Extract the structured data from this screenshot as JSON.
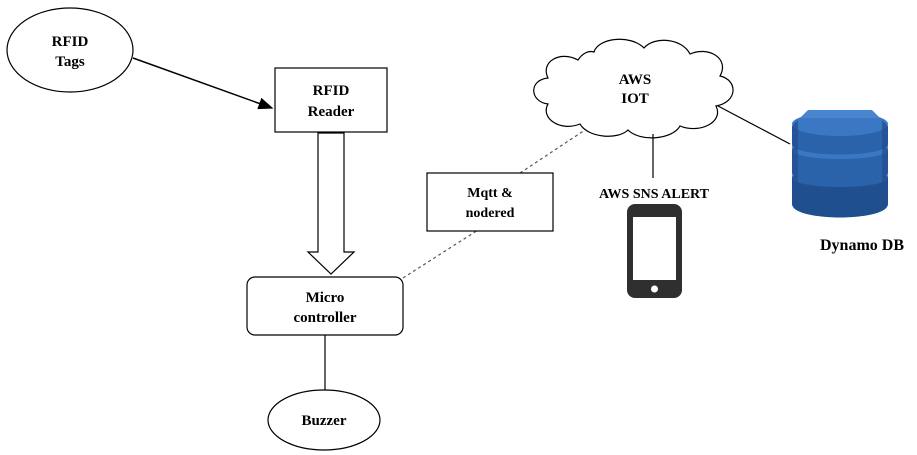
{
  "nodes": {
    "rfid_tags": {
      "line1": "RFID",
      "line2": "Tags"
    },
    "rfid_reader": {
      "line1": "RFID",
      "line2": "Reader"
    },
    "micro_controller": {
      "line1": "Micro",
      "line2": "controller"
    },
    "buzzer": {
      "label": "Buzzer"
    },
    "aws_iot": {
      "line1": "AWS",
      "line2": "IOT"
    },
    "mqtt": {
      "line1": "Mqtt &",
      "line2": "nodered"
    },
    "sns_alert": {
      "label": "AWS SNS ALERT"
    },
    "dynamo_db": {
      "label": "Dynamo DB"
    }
  },
  "colors": {
    "dynamo_dark": "#1f4f8f",
    "dynamo_light": "#3b78c4",
    "dynamo_mid": "#2b63aa",
    "phone": "#2f2f2f"
  }
}
